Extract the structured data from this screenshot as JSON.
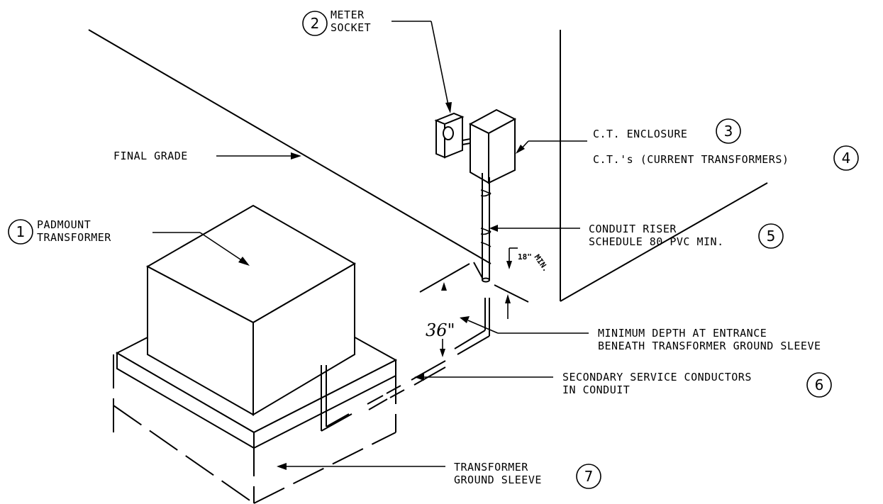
{
  "callouts": [
    {
      "num": "1",
      "lines": [
        "PADMOUNT",
        "TRANSFORMER"
      ]
    },
    {
      "num": "2",
      "lines": [
        "METER",
        "SOCKET"
      ]
    },
    {
      "num": "3",
      "lines": [
        "C.T. ENCLOSURE"
      ]
    },
    {
      "num": "4",
      "lines": [
        "C.T.'s (CURRENT TRANSFORMERS)"
      ]
    },
    {
      "num": "5",
      "lines": [
        "CONDUIT RISER",
        "SCHEDULE 80 PVC MIN."
      ]
    },
    {
      "num": "6",
      "lines": [
        "SECONDARY SERVICE CONDUCTORS",
        "IN CONDUIT"
      ]
    },
    {
      "num": "7",
      "lines": [
        "TRANSFORMER",
        "GROUND SLEEVE"
      ]
    }
  ],
  "labels": {
    "final_grade": "FINAL GRADE",
    "min_depth": [
      "MINIMUM DEPTH AT ENTRANCE",
      "BENEATH TRANSFORMER GROUND SLEEVE"
    ],
    "depth_dim": "36\"",
    "riser_dim": "18\"",
    "riser_dim_suffix": "MIN."
  },
  "colors": {
    "ink": "#000000",
    "paper": "#ffffff"
  }
}
